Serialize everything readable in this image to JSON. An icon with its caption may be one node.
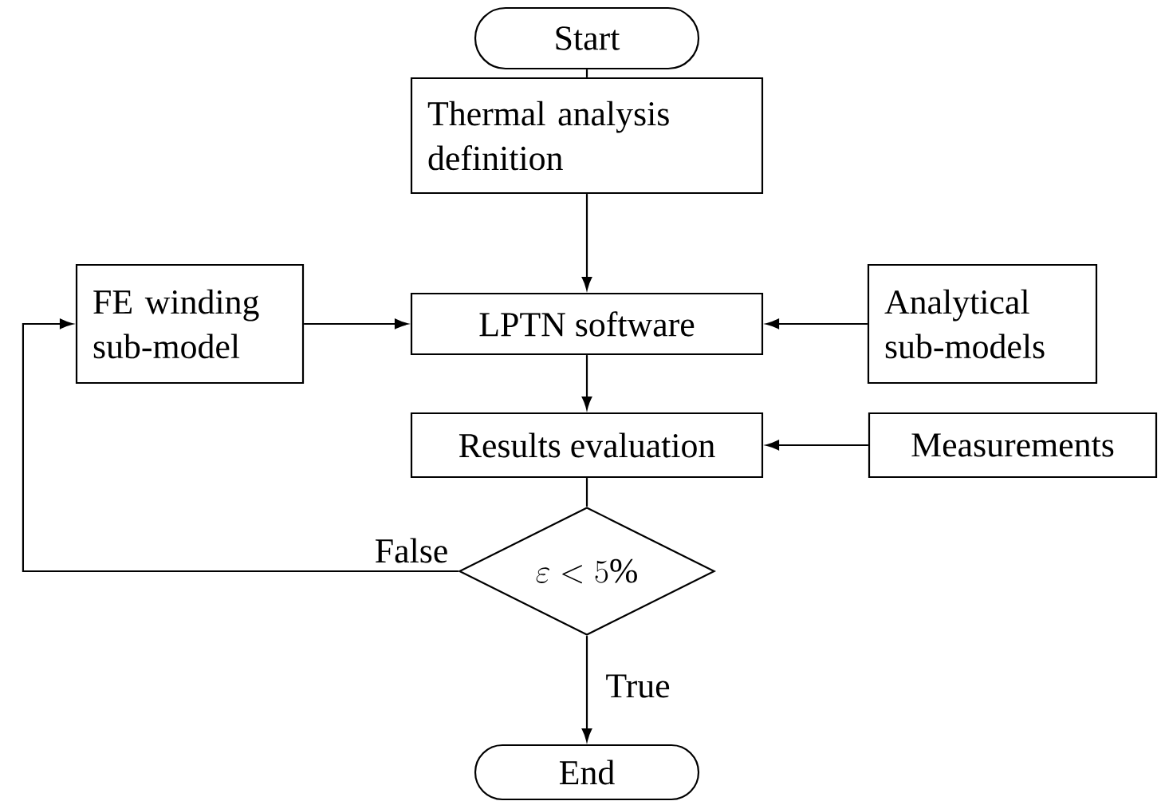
{
  "diagram": {
    "nodes": [
      {
        "text": [
          "Start"
        ]
      },
      {
        "text": [
          "Thermal analysis definition"
        ]
      },
      {
        "text": [
          "FE winding sub-model"
        ]
      },
      {
        "text": [
          "LPTN software"
        ]
      },
      {
        "text": [
          "Analytical sub-models"
        ]
      },
      {
        "text": [
          "Results evaluation"
        ]
      },
      {
        "text": [
          "Measurements"
        ]
      },
      {
        "text": [
          "\\varepsilon < 5\\%"
        ]
      },
      {
        "text": [
          "End"
        ]
      }
    ],
    "edges": [
      {
        "from": 0,
        "to": 1,
        "arrow": "none"
      },
      {
        "from": 1,
        "to": 3,
        "arrow": "to"
      },
      {
        "from": 2,
        "to": 3,
        "arrow": "to"
      },
      {
        "from": 4,
        "to": 3,
        "arrow": "to"
      },
      {
        "from": 3,
        "to": 5,
        "arrow": "to"
      },
      {
        "from": 6,
        "to": 5,
        "arrow": "to"
      },
      {
        "from": 5,
        "to": 7,
        "arrow": "none"
      },
      {
        "from": 7,
        "to": 2,
        "arrow": "to",
        "label": "False"
      },
      {
        "from": 7,
        "to": 8,
        "arrow": "to",
        "label": "True"
      }
    ]
  }
}
